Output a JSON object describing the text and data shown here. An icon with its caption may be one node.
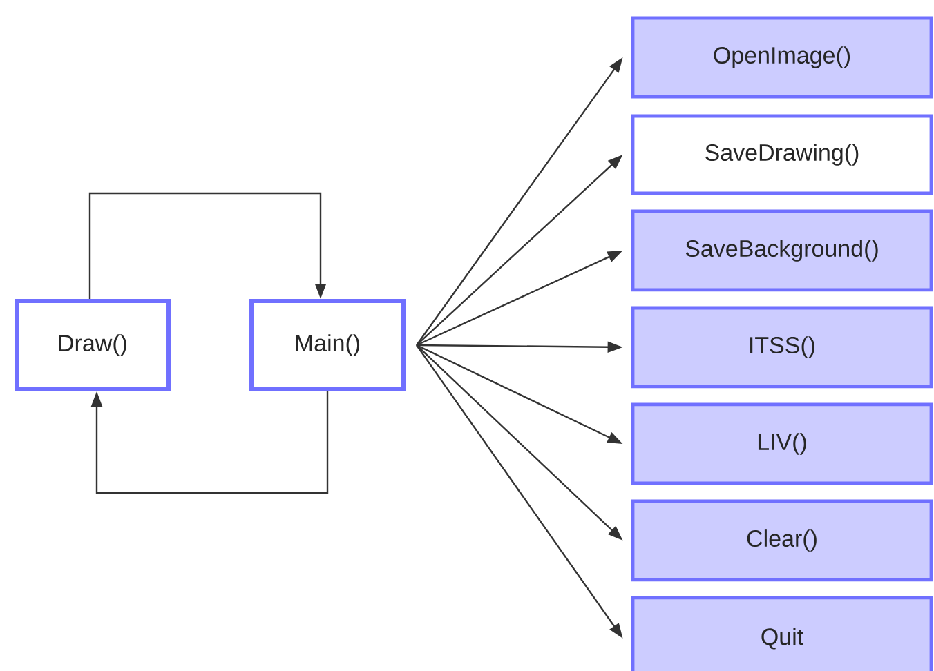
{
  "diagram": {
    "nodes": [
      {
        "text": [
          "Draw()"
        ]
      },
      {
        "text": [
          "Main()"
        ]
      },
      {
        "text": [
          "OpenImage()"
        ]
      },
      {
        "text": [
          "SaveDrawing()"
        ]
      },
      {
        "text": [
          "SaveBackground()"
        ]
      },
      {
        "text": [
          "ITSS()"
        ]
      },
      {
        "text": [
          "LIV()"
        ]
      },
      {
        "text": [
          "Clear()"
        ]
      },
      {
        "text": [
          "Quit"
        ]
      }
    ],
    "edges": [
      {
        "from": 0,
        "to": 1,
        "arrow": "to"
      },
      {
        "from": 1,
        "to": 0,
        "arrow": "to"
      },
      {
        "from": 1,
        "to": 2,
        "arrow": "to"
      },
      {
        "from": 1,
        "to": 3,
        "arrow": "to"
      },
      {
        "from": 1,
        "to": 4,
        "arrow": "to"
      },
      {
        "from": 1,
        "to": 5,
        "arrow": "to"
      },
      {
        "from": 1,
        "to": 6,
        "arrow": "to"
      },
      {
        "from": 1,
        "to": 7,
        "arrow": "to"
      },
      {
        "from": 1,
        "to": 8,
        "arrow": "to"
      }
    ]
  }
}
